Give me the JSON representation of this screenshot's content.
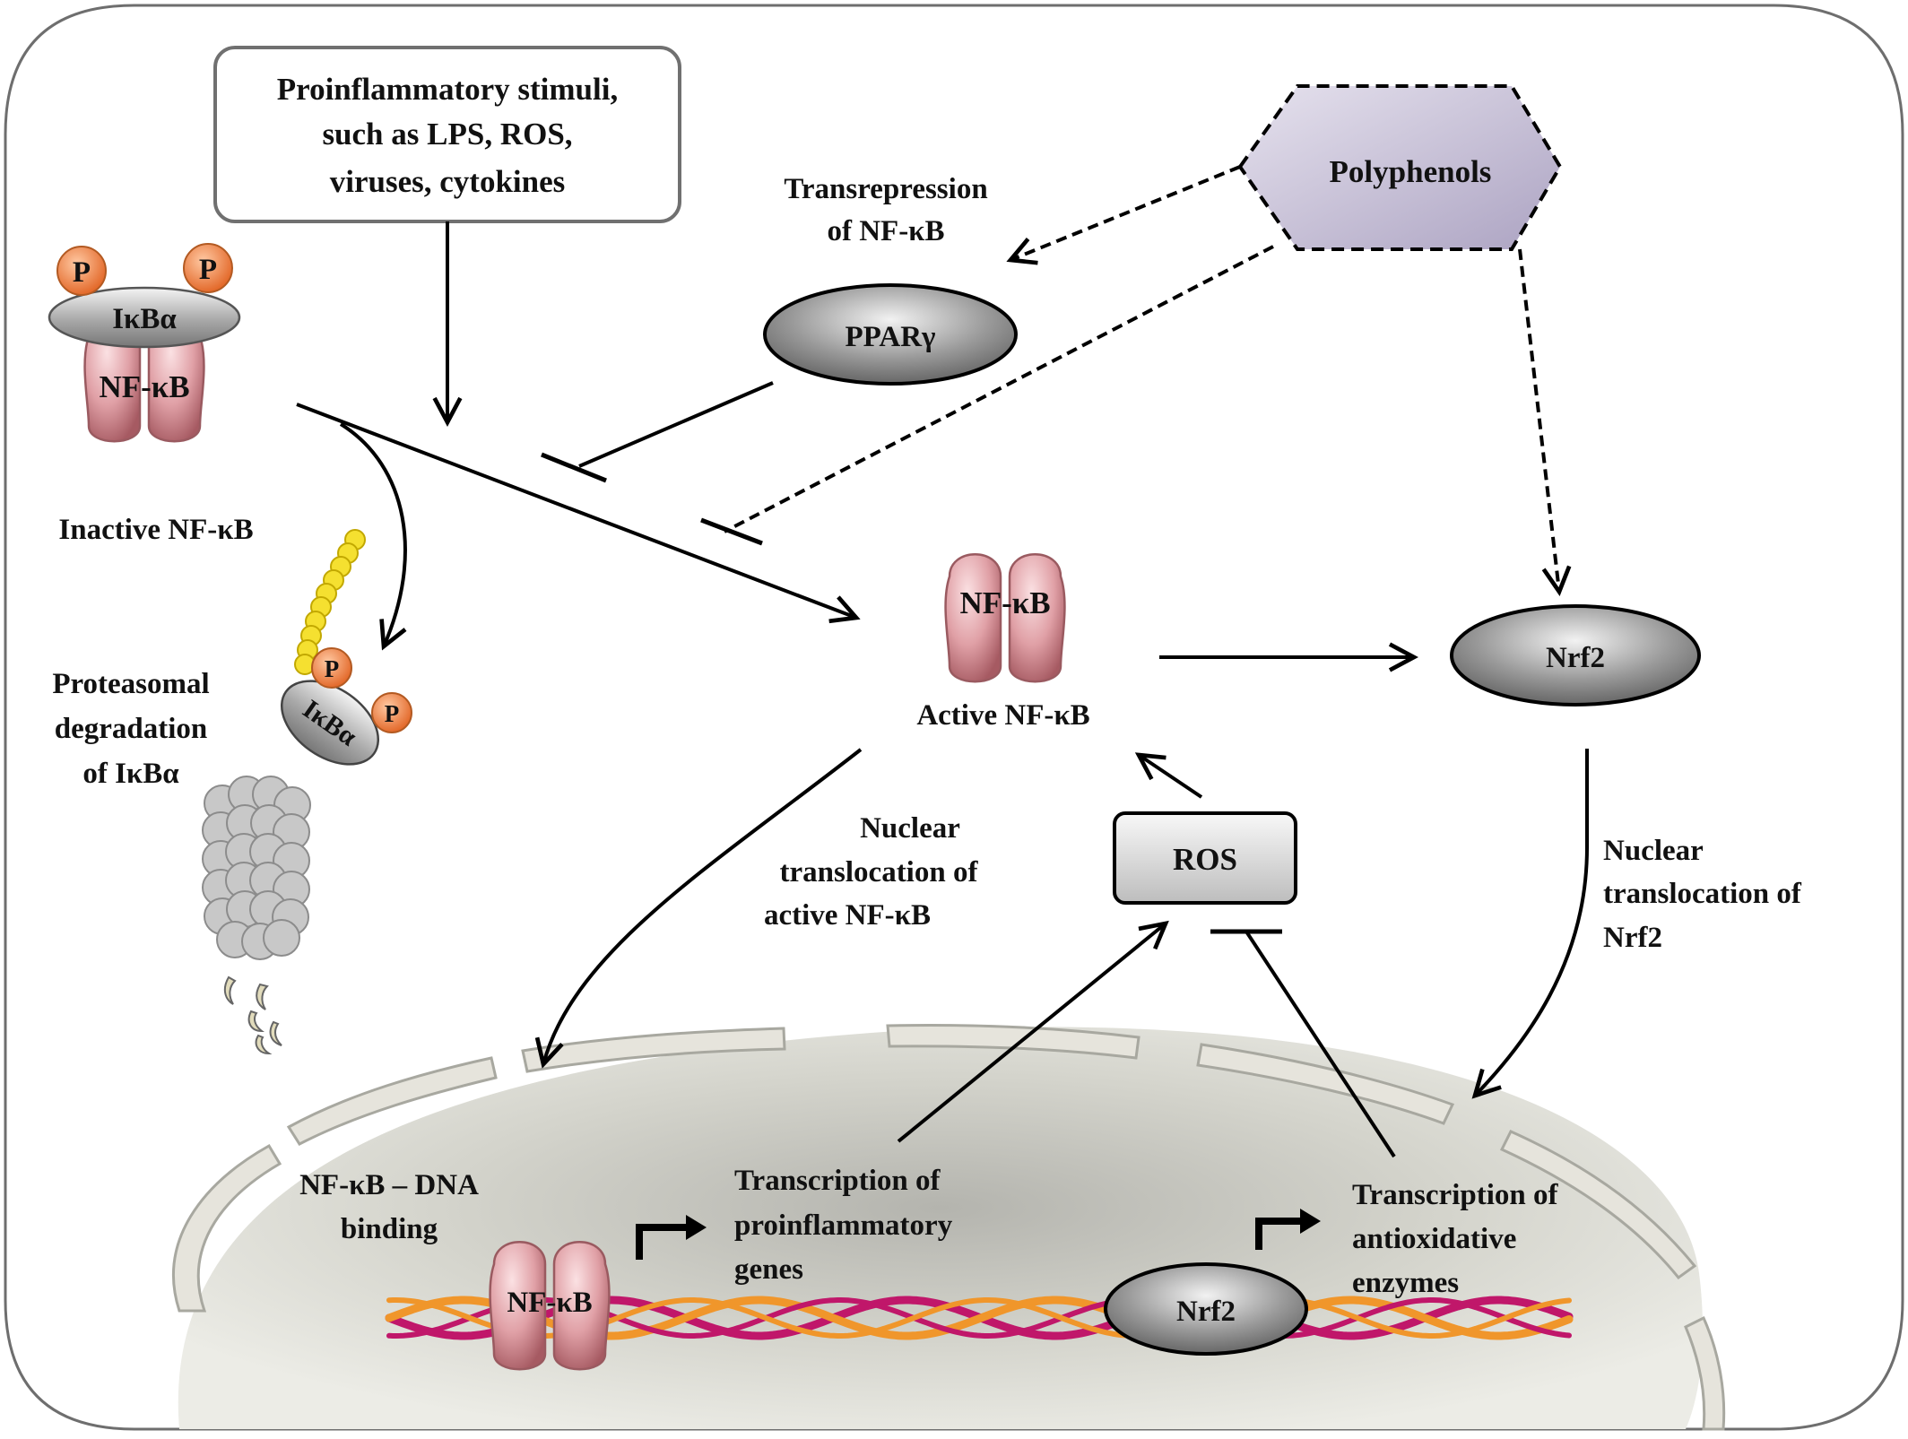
{
  "stimuli_box": {
    "lines": [
      "Proinflammatory stimuli,",
      "such as LPS, ROS,",
      "viruses, cytokines"
    ]
  },
  "polyphenols": {
    "label": "Polyphenols"
  },
  "transrepression": {
    "lines": [
      "Transrepression",
      "of NF-κB"
    ]
  },
  "ppar": {
    "label": "PPARγ"
  },
  "inactive_complex": {
    "ikba": "IκBα",
    "nfkb": "NF-κB",
    "phospho": "P",
    "caption": "Inactive NF-κB"
  },
  "degradation": {
    "lines": [
      "Proteasomal",
      "degradation",
      "of IκBα"
    ],
    "ikba": "IκBα",
    "phospho": "P"
  },
  "active_nfkb": {
    "label": "NF-κB",
    "caption": "Active NF-κB"
  },
  "nrf2_cyto": {
    "label": "Nrf2"
  },
  "nfkb_translocation": {
    "lines": [
      "Nuclear",
      "translocation of",
      "active NF-κB"
    ]
  },
  "nrf2_translocation": {
    "lines": [
      "Nuclear",
      "translocation of",
      "Nrf2"
    ]
  },
  "ros": {
    "label": "ROS"
  },
  "nucleus": {
    "nfkb_dna_binding": [
      "NF-κB – DNA",
      "binding"
    ],
    "nfkb_label": "NF-κB",
    "nrf2_label": "Nrf2",
    "transcription_proinflammatory": [
      "Transcription of",
      "proinflammatory",
      "genes"
    ],
    "transcription_antioxidative": [
      "Transcription of",
      "antioxidative",
      "enzymes"
    ]
  },
  "colors": {
    "nfkb_fill": "#d9898f",
    "phospho_fill": "#f08a4b",
    "polyphenol_fill": "#c8c0d8",
    "dna_magenta": "#c0176a",
    "dna_orange": "#f0962b",
    "ubiquitin": "#f5e030"
  }
}
